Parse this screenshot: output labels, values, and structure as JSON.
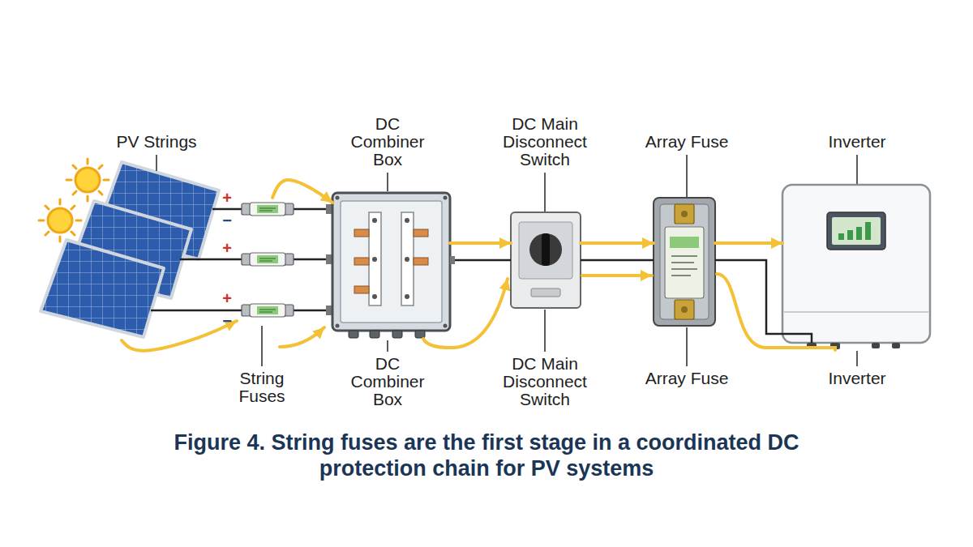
{
  "diagram": {
    "caption": "Figure 4. String fuses are the first stage in a coordinated DC protection chain for PV systems",
    "nodes": [
      {
        "text": [
          "PV Strings"
        ]
      },
      {
        "text": [
          "String Fuses"
        ]
      },
      {
        "text": [
          "DC Combiner Box",
          "DC Combiner Box"
        ]
      },
      {
        "text": [
          "DC Main Disconnect Switch",
          "DC Main Disconnect Switch"
        ]
      },
      {
        "text": [
          "Array Fuse",
          "Array Fuse"
        ]
      },
      {
        "text": [
          "Inverter",
          "Inverter"
        ]
      }
    ],
    "edges": [
      {
        "from": 0,
        "to": 1,
        "arrow": "to"
      },
      {
        "from": 1,
        "to": 2,
        "arrow": "to"
      },
      {
        "from": 2,
        "to": 3,
        "arrow": "to"
      },
      {
        "from": 3,
        "to": 4,
        "arrow": "to"
      },
      {
        "from": 4,
        "to": 5,
        "arrow": "to"
      }
    ],
    "labels": [
      "+",
      "−",
      "+",
      "+",
      "−"
    ]
  }
}
